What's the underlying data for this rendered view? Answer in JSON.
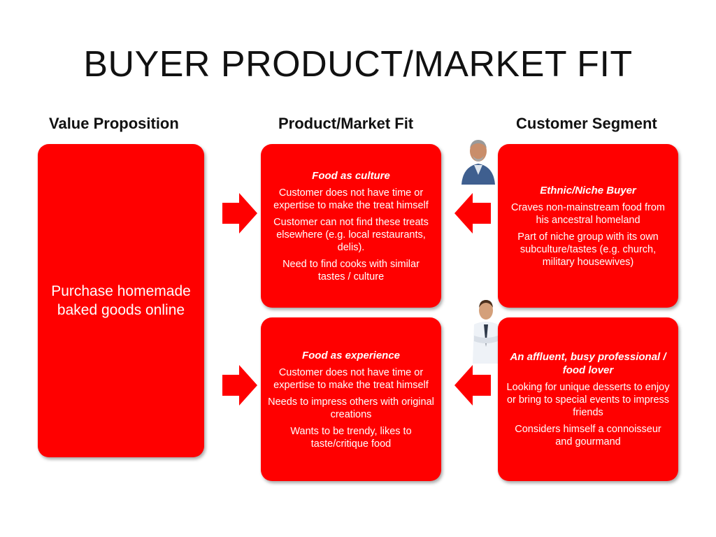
{
  "title": "BUYER PRODUCT/MARKET FIT",
  "columns": {
    "left": "Value Proposition",
    "middle": "Product/Market Fit",
    "right": "Customer Segment"
  },
  "value_proposition": {
    "text": "Purchase homemade baked goods online"
  },
  "fit_top": {
    "heading": "Food as culture",
    "points": [
      "Customer does not have time or expertise to make the treat himself",
      "Customer can not find these treats elsewhere (e.g. local restaurants, delis).",
      "Need to find cooks with similar tastes / culture"
    ]
  },
  "fit_bottom": {
    "heading": "Food as experience",
    "points": [
      "Customer does not have time or expertise to make the treat himself",
      "Needs to impress others with original creations",
      "Wants to be trendy, likes to taste/critique food"
    ]
  },
  "segment_top": {
    "heading": "Ethnic/Niche Buyer",
    "points": [
      "Craves non-mainstream food from his ancestral homeland",
      "Part of niche group with its own subculture/tastes (e.g. church, military housewives)"
    ]
  },
  "segment_bottom": {
    "heading": "An affluent, busy professional / food lover",
    "points": [
      "Looking for unique desserts to enjoy or bring to special events to impress friends",
      "Considers himself a connoisseur and gourmand"
    ]
  },
  "colors": {
    "box": "#ff0000",
    "text": "#ffffff"
  },
  "icons": [
    "right-arrow-icon",
    "left-arrow-icon",
    "older-man-photo",
    "businessman-photo"
  ]
}
